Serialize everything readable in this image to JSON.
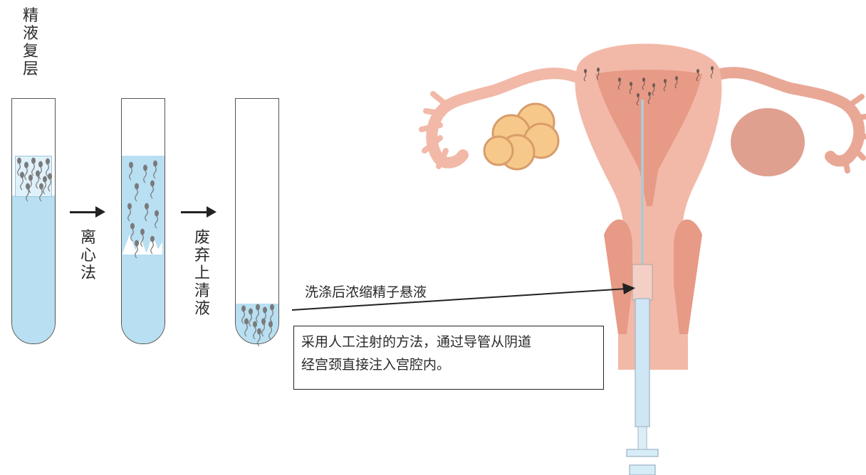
{
  "steps": {
    "layering": "精液复层",
    "centrifuge": "离心法",
    "discard": "废弃上清液"
  },
  "annotations": {
    "suspension": "洗涤后浓缩精子悬液",
    "method_line1": "采用人工注射的方法，通过导管从阴道",
    "method_line2": "经宫颈直接注入宫腔内。"
  },
  "colors": {
    "liquid": "#b8dff2",
    "uterus": "#f2b9a8",
    "uterus_inner": "#e79a86",
    "ovary": "#d99c8c",
    "follicle": "#f6c98a"
  }
}
